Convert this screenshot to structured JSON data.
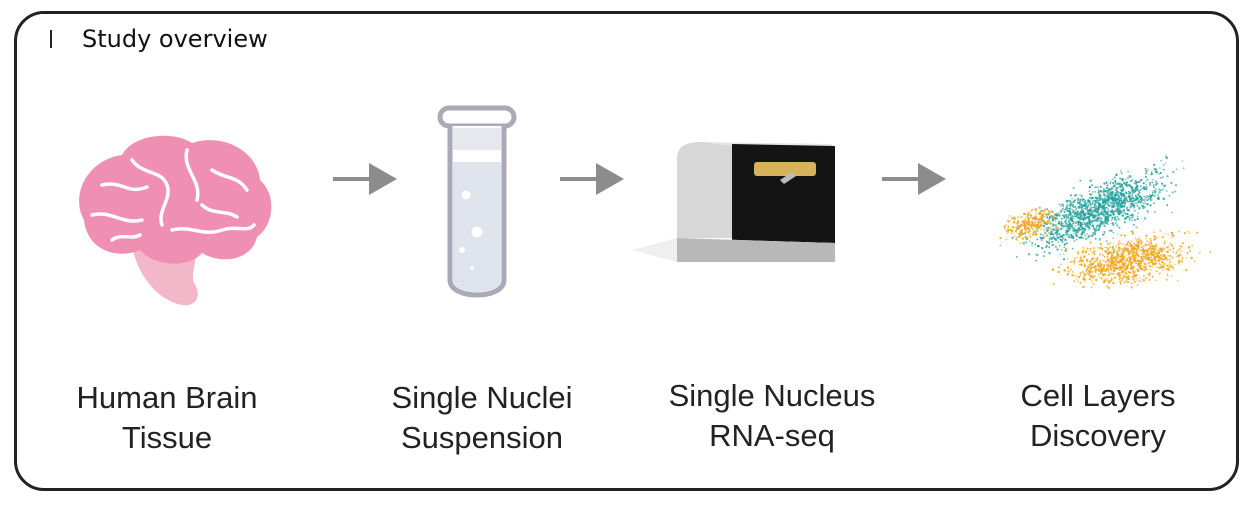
{
  "title": "Study overview",
  "colors": {
    "brain_main": "#ef8fb1",
    "brain_stem": "#f4b7c9",
    "tube_outline": "#a9a9b7",
    "tube_liquid": "#dfe4ec",
    "arrow": "#8c8c8c",
    "device_body": "#e6e6e6",
    "device_screen": "#141414",
    "device_strip": "#d6b25a",
    "teal": "#2aa39e",
    "orange": "#f0a81c"
  },
  "steps": [
    {
      "line1": "Human Brain",
      "line2": "Tissue",
      "icon": "brain-icon"
    },
    {
      "line1": "Single Nuclei",
      "line2": "Suspension",
      "icon": "test-tube-icon"
    },
    {
      "line1": "Single Nucleus",
      "line2": "RNA-seq",
      "icon": "sequencer-icon"
    },
    {
      "line1": "Cell Layers",
      "line2": "Discovery",
      "icon": "scatter-plot-icon"
    }
  ]
}
